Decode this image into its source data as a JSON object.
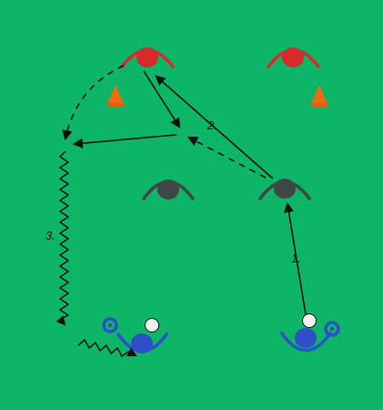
{
  "colors": {
    "pitch": "#0db566",
    "defender": "#d52b2b",
    "neutral": "#404546",
    "attacker": "#2f4fc9",
    "cone": "#f06a12",
    "ball": "#f2f2f2",
    "line": "#111111"
  },
  "labels": {
    "step1": "1.",
    "step2": "2.",
    "step3": "3."
  }
}
